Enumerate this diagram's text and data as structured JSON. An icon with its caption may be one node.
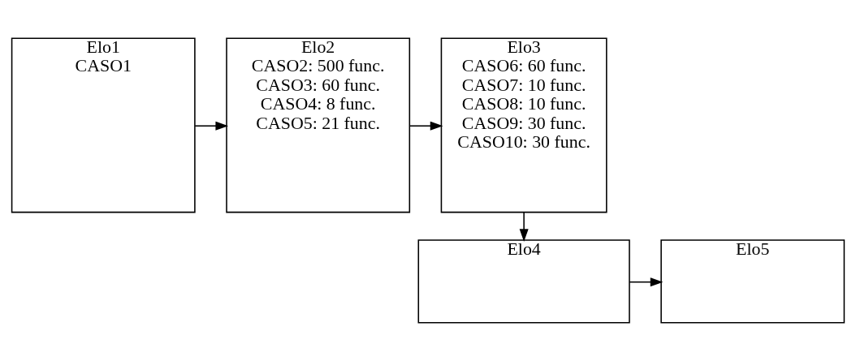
{
  "diagram": {
    "nodes": [
      {
        "text": [
          "Elo1",
          "CASO1"
        ]
      },
      {
        "text": [
          "Elo2",
          "CASO2: 500 func.",
          "CASO3: 60 func.",
          "CASO4: 8 func.",
          "CASO5: 21 func."
        ]
      },
      {
        "text": [
          "Elo3",
          "CASO6: 60 func.",
          "CASO7: 10 func.",
          "CASO8: 10 func.",
          "CASO9: 30 func.",
          "CASO10: 30 func."
        ]
      },
      {
        "text": [
          "Elo4"
        ]
      },
      {
        "text": [
          "Elo5"
        ]
      }
    ],
    "edges": [
      {
        "from": 0,
        "to": 1,
        "arrow": "to"
      },
      {
        "from": 1,
        "to": 2,
        "arrow": "to"
      },
      {
        "from": 2,
        "to": 3,
        "arrow": "to"
      },
      {
        "from": 3,
        "to": 4,
        "arrow": "to"
      }
    ]
  }
}
